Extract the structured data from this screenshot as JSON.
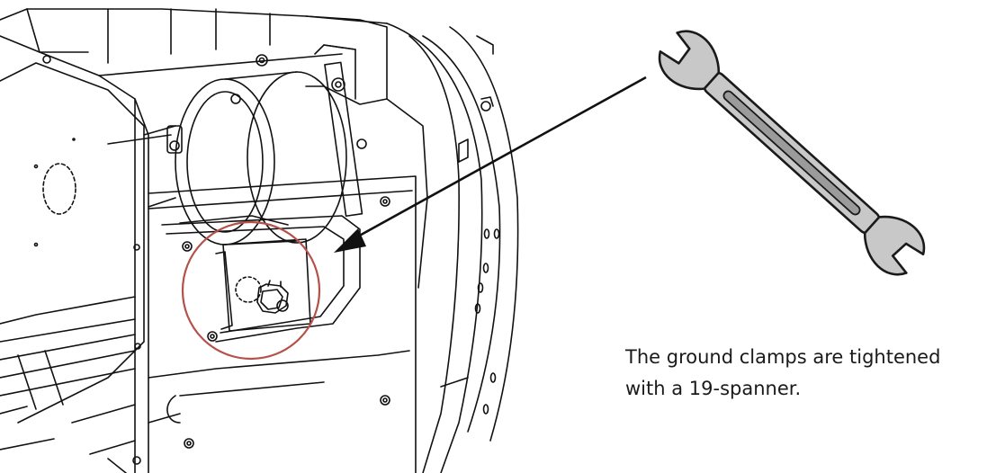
{
  "caption": {
    "line1": "The ground clamps are tightened",
    "line2": "with a 19-spanner."
  },
  "figure": {
    "machine_drawing": "line-drawing-machine-assembly",
    "highlight": "ground-clamp",
    "tool": "spanner-icon",
    "colors": {
      "highlight_circle": "#b5504a",
      "spanner_fill": "#c8c8c8",
      "spanner_stroke": "#1a1a1a",
      "line": "#111111"
    }
  }
}
